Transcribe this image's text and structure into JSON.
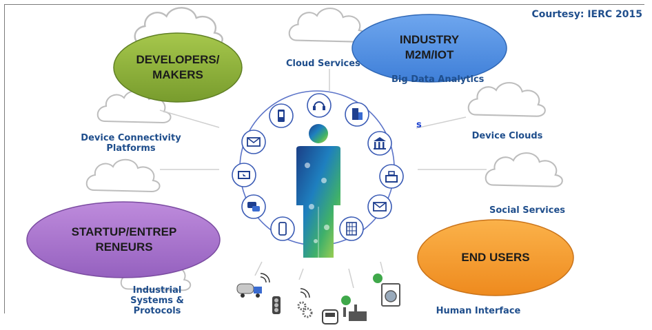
{
  "courtesy": "Courtesy: IERC 2015",
  "stray_letter": "s",
  "ovals": {
    "developers": "DEVELOPERS/\nMAKERS",
    "industry": "INDUSTRY\nM2M/IOT",
    "startup": "STARTUP/ENTREP\nRENEURS",
    "end_users": "END USERS"
  },
  "labels": {
    "cloud_services": "Cloud Services",
    "big_data": "Big Data Analytics",
    "device_clouds": "Device  Clouds",
    "device_connectivity": "Device  Connectivity\nPlatforms",
    "social_services": "Social Services",
    "industrial": "Industrial\nSystems &\nProtocols",
    "human_interface": "Human  Interface"
  },
  "icons": {
    "ring": [
      "headset-icon",
      "building-icon",
      "bank-icon",
      "cash-register-icon",
      "envelope-icon",
      "building-grid-icon",
      "smartphone-icon",
      "chat-icon",
      "screen-icon",
      "mail-icon",
      "mobile-phone-icon"
    ],
    "bottom": [
      "truck-icon",
      "traffic-light-icon",
      "gears-icon",
      "train-icon",
      "factory-icon",
      "washing-machine-icon"
    ]
  },
  "colors": {
    "developers_oval": "#8db33b",
    "industry_oval": "#4f8fe3",
    "startup_oval": "#a46fca",
    "end_users_oval": "#f39a2c",
    "label_text": "#1f4e8c"
  }
}
